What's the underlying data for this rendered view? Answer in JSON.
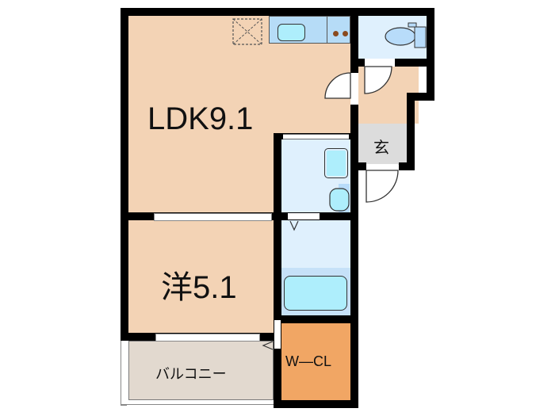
{
  "floorplan": {
    "rooms": {
      "ldk": {
        "label": "LDK9.1"
      },
      "western": {
        "label": "洋5.1"
      },
      "genkan": {
        "label": "玄"
      },
      "wcl": {
        "label": "W—CL"
      },
      "balcony": {
        "label": "バルコニー"
      }
    },
    "colors": {
      "wall": "#000000",
      "living": "#f3d3b5",
      "wet_area": "#dff0fd",
      "bath": "#c6e1f8",
      "genkan": "#dcdcdc",
      "closet": "#f1a664",
      "balcony": "#e2d9cf",
      "fixture": "#aeeefc"
    }
  }
}
